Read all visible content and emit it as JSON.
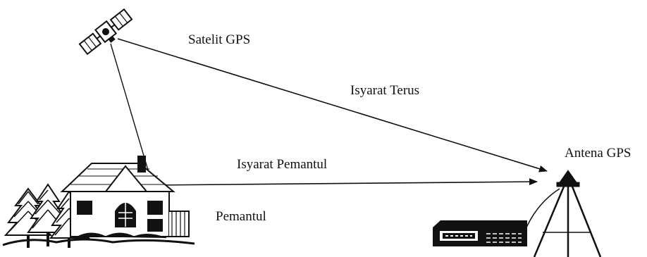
{
  "labels": {
    "satellite": "Satelit GPS",
    "direct_signal": "Isyarat Terus",
    "reflected_signal": "Isyarat Pemantul",
    "antenna": "Antena GPS",
    "reflector": "Pemantul"
  },
  "colors": {
    "ink": "#111111",
    "background": "#ffffff"
  }
}
